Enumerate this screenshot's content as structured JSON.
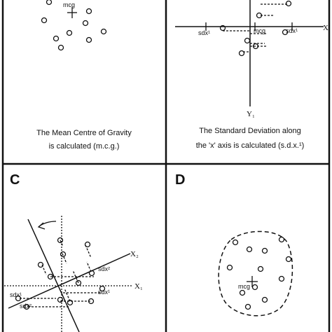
{
  "panel_a": {
    "mcg_label": "mcg",
    "caption_line1": "The Mean  Centre  of  Gravity",
    "caption_line2": "is calculated   (m.c.g.)"
  },
  "panel_b": {
    "x_axis_label": "X",
    "y_axis_label": "Y₁",
    "sdx_left": "sdx¹",
    "sdx_right": "sdx¹",
    "mcg_label": "mcg",
    "caption_line1": "The Standard Deviation along",
    "caption_line2": "the  'x'  axis  is calculated  (s.d.x.¹)"
  },
  "panel_c": {
    "letter": "C",
    "x1_label": "X₁",
    "x2_label": "X₂",
    "sdx2_upper": "sdx²",
    "sdx1_right": "sdx¹",
    "sdx1_left": "sdx¹",
    "sdx2_lower": "sdx²"
  },
  "panel_d": {
    "letter": "D",
    "mcg_label": "mcg"
  },
  "colors": {
    "ink": "#111111",
    "paper": "#ffffff"
  }
}
